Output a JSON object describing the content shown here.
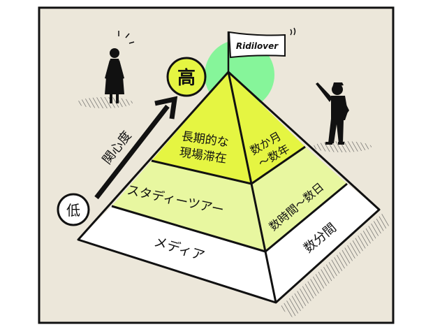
{
  "flag": {
    "label": "Ridilover"
  },
  "axis": {
    "high": "高",
    "low": "低",
    "label": "関心度"
  },
  "tiers": [
    {
      "name": "長期的な現場滞在",
      "lines": [
        "長期的な",
        "現場滞在"
      ],
      "duration_lines": [
        "数か月",
        "〜数年"
      ]
    },
    {
      "name": "スタディーツアー",
      "duration": "数時間〜数日"
    },
    {
      "name": "メディア",
      "duration": "数分間"
    }
  ],
  "colors": {
    "background": "#ece7da",
    "top_tier": "#e5f542",
    "middle_tier": "#e8f7a0",
    "bottom_tier": "#ffffff",
    "glow": "#86f59a",
    "ink": "#111111"
  }
}
